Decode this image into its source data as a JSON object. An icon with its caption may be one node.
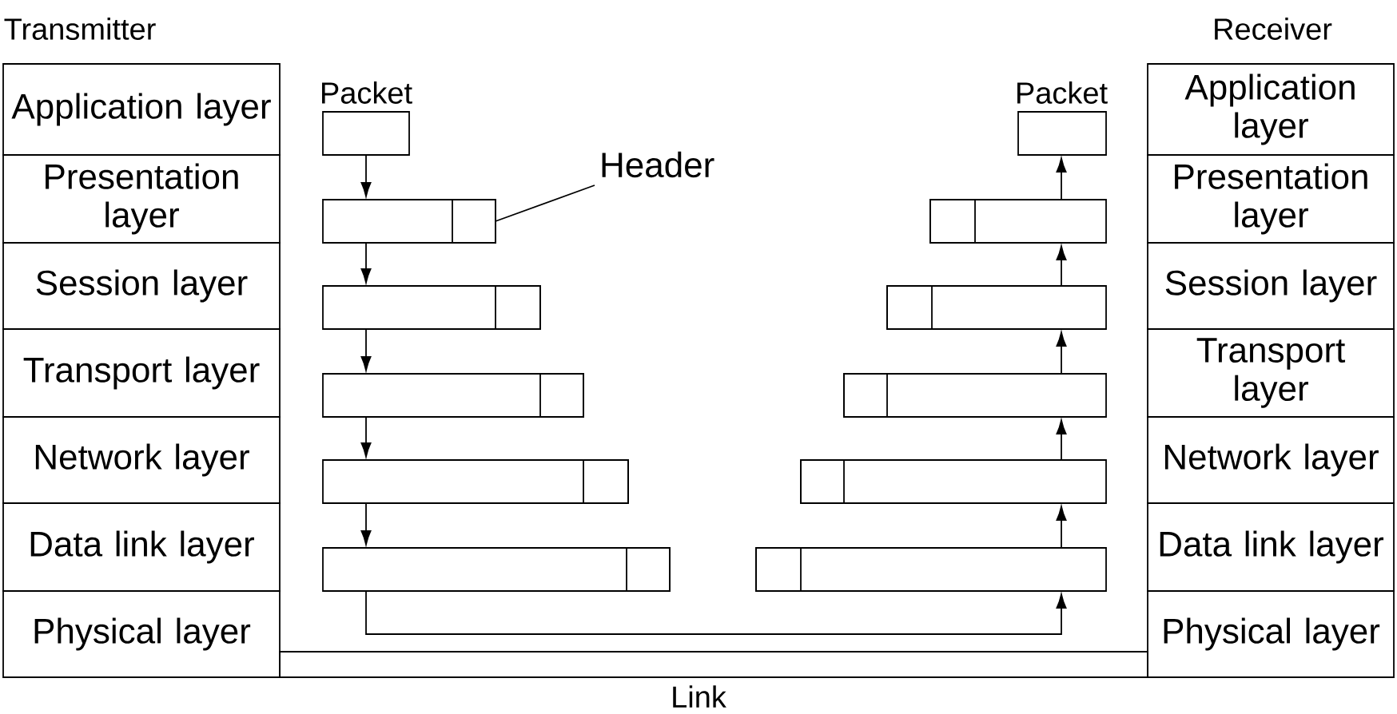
{
  "diagram": {
    "nodes": [
      {
        "text": [
          "Application layer"
        ],
        "beside": [
          "Transmitter"
        ]
      },
      {
        "text": [
          "Presentation layer"
        ]
      },
      {
        "text": [
          "Session layer"
        ]
      },
      {
        "text": [
          "Transport layer"
        ]
      },
      {
        "text": [
          "Network layer"
        ]
      },
      {
        "text": [
          "Data link layer"
        ]
      },
      {
        "text": [
          "Physical layer"
        ]
      },
      {
        "text": [
          "Application layer"
        ],
        "beside": [
          "Receiver"
        ]
      },
      {
        "text": [
          "Presentation layer"
        ]
      },
      {
        "text": [
          "Session layer"
        ]
      },
      {
        "text": [
          "Transport layer"
        ]
      },
      {
        "text": [
          "Network layer"
        ]
      },
      {
        "text": [
          "Data link layer"
        ]
      },
      {
        "text": [
          "Physical layer"
        ]
      },
      {
        "text": [],
        "shape": "box",
        "beside": [
          "Packet"
        ]
      },
      {
        "text": [],
        "shape": "box"
      },
      {
        "text": [],
        "shape": "box"
      },
      {
        "text": [],
        "shape": "box"
      },
      {
        "text": [],
        "shape": "box"
      },
      {
        "text": [],
        "shape": "box"
      },
      {
        "text": [],
        "shape": "box",
        "in": 15
      },
      {
        "text": [
          "Header"
        ]
      },
      {
        "text": [],
        "shape": "box",
        "beside": [
          "Packet"
        ]
      },
      {
        "text": [],
        "shape": "box"
      },
      {
        "text": [],
        "shape": "box"
      },
      {
        "text": [],
        "shape": "box"
      },
      {
        "text": [],
        "shape": "box"
      },
      {
        "text": [],
        "shape": "box"
      },
      {
        "text": [],
        "shape": "bar",
        "beside": [
          "Link"
        ]
      }
    ],
    "edges": [
      {
        "from": 14,
        "to": 15,
        "arrow": "to"
      },
      {
        "from": 15,
        "to": 16,
        "arrow": "to"
      },
      {
        "from": 16,
        "to": 17,
        "arrow": "to"
      },
      {
        "from": 17,
        "to": 18,
        "arrow": "to"
      },
      {
        "from": 18,
        "to": 19,
        "arrow": "to"
      },
      {
        "from": 21,
        "to": 20,
        "arrow": "none"
      },
      {
        "from": 19,
        "to": 27,
        "arrow": "to"
      },
      {
        "from": 27,
        "to": 26,
        "arrow": "to"
      },
      {
        "from": 26,
        "to": 25,
        "arrow": "to"
      },
      {
        "from": 25,
        "to": 24,
        "arrow": "to"
      },
      {
        "from": 24,
        "to": 23,
        "arrow": "to"
      },
      {
        "from": 23,
        "to": 22,
        "arrow": "to"
      }
    ]
  }
}
